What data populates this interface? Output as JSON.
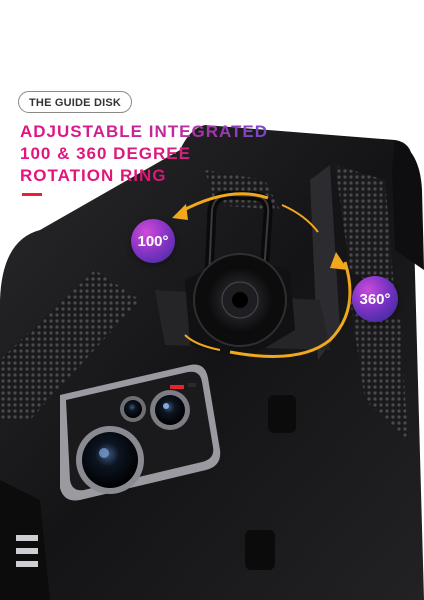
{
  "badge": {
    "label": "THE GUIDE DISK"
  },
  "headline": {
    "line1": "ADJUSTABLE INTEGRATED",
    "line2": "100 & 360 DEGREE",
    "line3": "ROTATION RING"
  },
  "callouts": {
    "angle_small": "100°",
    "angle_full": "360°"
  },
  "colors": {
    "headline_start": "#e8117f",
    "headline_end": "#5a55d6",
    "accent_bar": "#e8232f",
    "arrow": "#f2a81d",
    "case_body": "#1b1b1d",
    "bubble": "#8b35c9"
  },
  "icons": [
    "rotation-arrow-icon",
    "ring-holder-icon",
    "camera-lens-icon"
  ]
}
